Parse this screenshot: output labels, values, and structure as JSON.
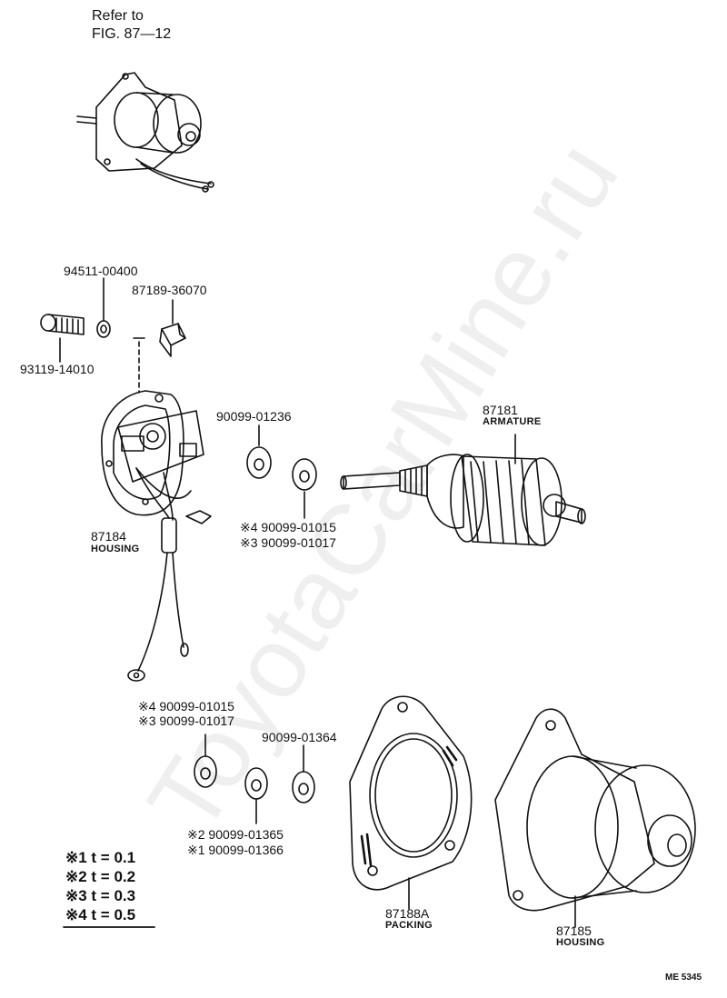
{
  "reference": {
    "line1": "Refer to",
    "line2": "FIG. 87—12"
  },
  "parts": {
    "screw_washer": "94511-00400",
    "brush_holder": "87189-36070",
    "bolt": "93119-14010",
    "housing_rear_no": "87184",
    "housing_rear_name": "HOUSING",
    "washer_top": "90099-01236",
    "shim_a4": "※4  90099-01015",
    "shim_a3": "※3  90099-01017",
    "armature_no": "87181",
    "armature_name": "ARMATURE",
    "shim_b4": "※4  90099-01015",
    "shim_b3": "※3  90099-01017",
    "washer_right": "90099-01364",
    "shim_c2": "※2  90099-01365",
    "shim_c1": "※1  90099-01366",
    "packing_no": "87188A",
    "packing_name": "PACKING",
    "housing_front_no": "87185",
    "housing_front_name": "HOUSING"
  },
  "thickness_key": [
    {
      "label": "※1  t = 0.1"
    },
    {
      "label": "※2  t = 0.2"
    },
    {
      "label": "※3  t = 0.3"
    },
    {
      "label": "※4  t = 0.5"
    }
  ],
  "figure_code": "ME 5345",
  "watermark": "ToyotaCarMine.ru",
  "colors": {
    "ink": "#111111",
    "paper": "#ffffff"
  }
}
